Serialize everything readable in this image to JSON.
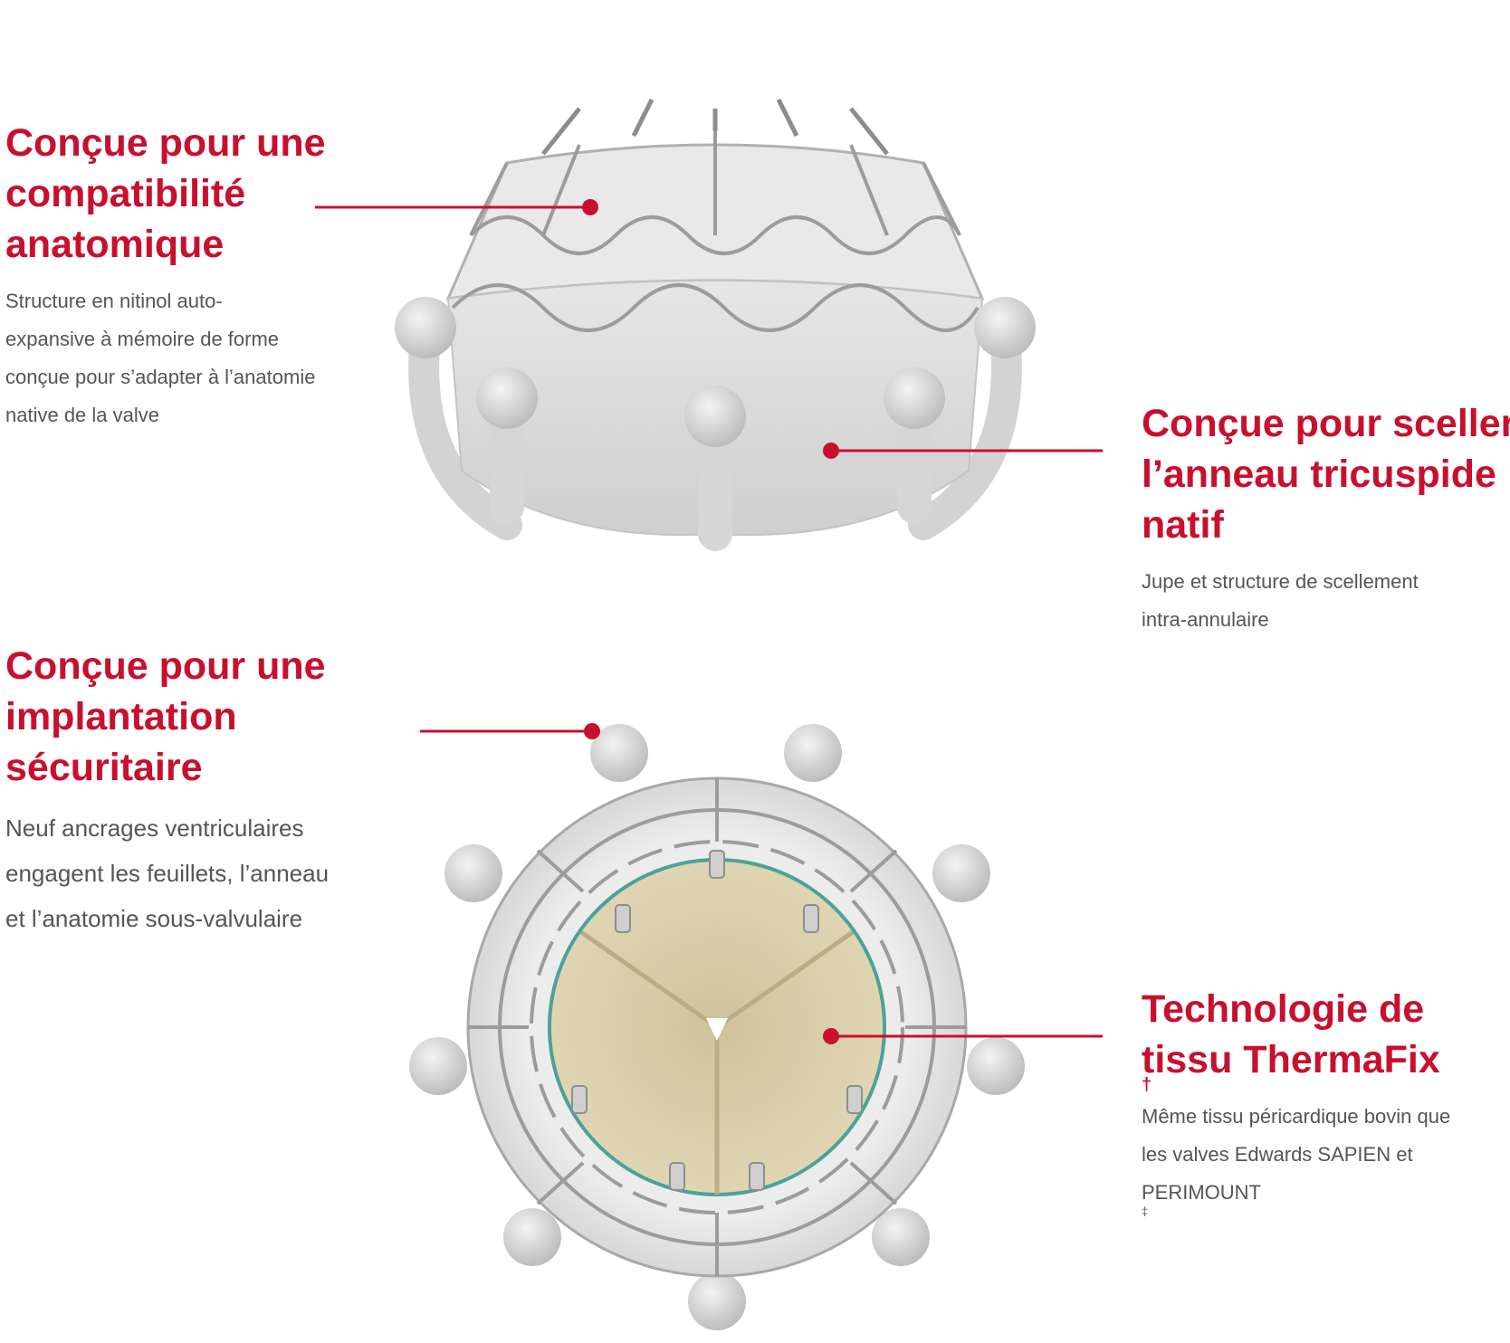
{
  "features": [
    {
      "title_lines": [
        "Conçue pour une",
        "compatibilité",
        "anatomique"
      ],
      "body_lines": [
        "Structure en nitinol auto-",
        "expansive à mémoire de forme",
        "conçue pour s’adapter à l’anatomie",
        "native de la valve"
      ]
    },
    {
      "title_lines": [
        "Conçue pour sceller",
        "l’anneau tricuspide",
        "natif"
      ],
      "body_lines": [
        "Jupe et structure de scellement",
        "intra-annulaire"
      ]
    },
    {
      "title_lines": [
        "Conçue pour une",
        "implantation",
        "sécuritaire"
      ],
      "body_lines": [
        "Neuf ancrages ventriculaires",
        "engagent les feuillets, l’anneau",
        "et l’anatomie sous-valvulaire"
      ]
    },
    {
      "title_lines": [
        "Technologie de",
        "tissu ThermaFix"
      ],
      "title_sup": "†",
      "body_lines": [
        "Même tissu péricardique bovin que",
        "les valves Edwards SAPIEN et",
        "PERIMOUNT"
      ],
      "body_sup": "‡"
    }
  ],
  "colors": {
    "accent": "#c8102e",
    "body_text": "#555555",
    "tissue": "#d6cba6",
    "frame": "#bdbdbd"
  }
}
